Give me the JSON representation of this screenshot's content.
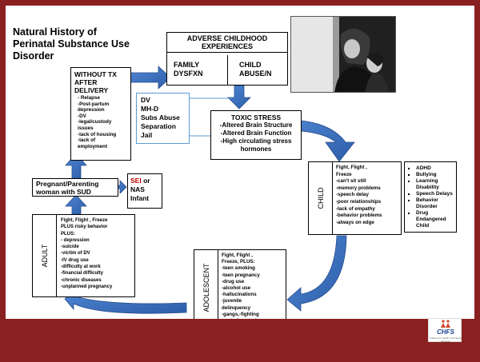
{
  "title": "Natural History of\nPerinatal Substance Use\nDisorder",
  "ace": {
    "heading": "ADVERSE CHILDHOOD\nEXPERIENCES",
    "family": "FAMILY\nDYSFXN",
    "child_abuse": "CHILD\nABUSE/N"
  },
  "without_tx": {
    "heading": "WITHOUT TX\nAFTER\nDELIVERY",
    "body": "- Relapse\n-Post-partum\ndepression\n-DV\n-legal/custody\nissues\n-lack of housing\n-lack of\nemployment"
  },
  "dv_box": "DV\nMH-D\nSubs Abuse\nSeparation\nJail",
  "toxic_stress": {
    "heading": "TOXIC STRESS",
    "body": "-Altered Brain Structure\n-Altered Brain Function\n-High circulating stress\nhormones"
  },
  "pregnant": "Pregnant/Parenting\nwoman with SUD",
  "sei": {
    "sei": "SEI",
    "or": " or",
    "rest": "NAS\nInfant"
  },
  "child": {
    "label": "CHILD",
    "body": "Fight, Flight ,\nFreeze\n-can't sit still\n-memory problems\n-speech delay\n-poor relationships\n-lack of empathy\n-behavior problems\n-always on edge",
    "bullets": [
      "ADHD",
      "Bullying",
      "Learning Disability",
      "Speech Delays",
      "Behavior Disorder",
      "Drug Endangered Child"
    ]
  },
  "adult": {
    "label": "ADULT",
    "body": "Fight, Flight , Freeze\nPLUS risky behavior\nPLUS:\n- depression\n-suicide\n-victim of DV\n-IV drug use\n-difficulty at work\n-financial difficulty\n-chronic diseases\n-unplanned pregnancy"
  },
  "adolescent": {
    "label": "ADOLESCENT",
    "body": "Fight, Flight ,\nFreeze, PLUS:\n-teen smoking\n-teen pregnancy\n-drug use\n-alcohol use\n-hallucinations\n-juvenile\ndelinquency\n-gangs,-fighting\n- out of control"
  },
  "logo": {
    "text": "CHFS",
    "subtext": "Cabinet for Health and Family Services"
  },
  "colors": {
    "frame": "#8a2121",
    "arrow": "#3a6fbf",
    "sei_red": "#c00000",
    "dv_border": "#5b9bd5"
  }
}
